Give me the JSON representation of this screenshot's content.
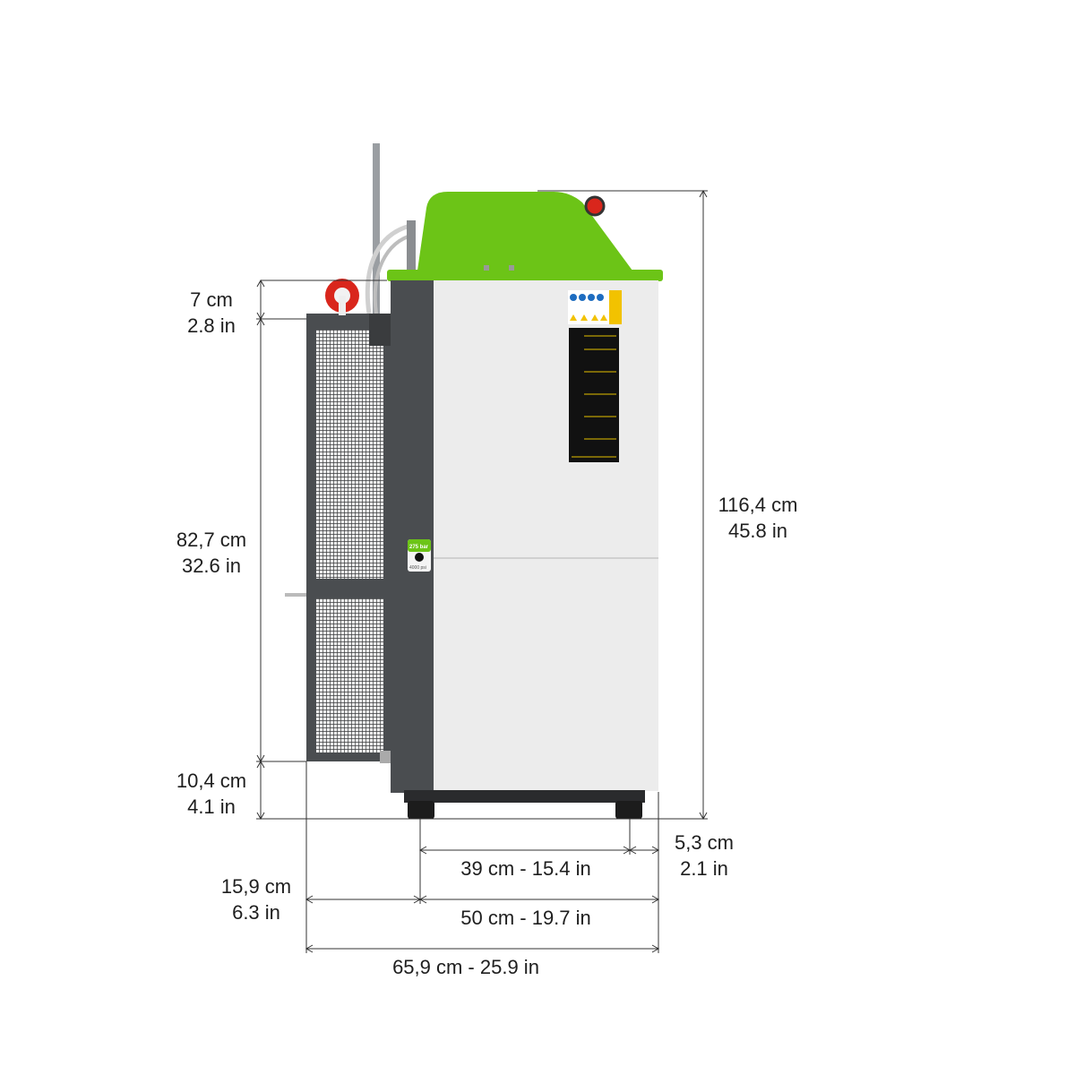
{
  "dimensions": {
    "top_offset": {
      "cm": "7 cm",
      "in": "2.8 in"
    },
    "cage_height": {
      "cm": "82,7 cm",
      "in": "32.6 in"
    },
    "bottom_offset": {
      "cm": "10,4 cm",
      "in": "4.1 in"
    },
    "total_height": {
      "cm": "116,4 cm",
      "in": "45.8 in"
    },
    "foot_span": "39 cm - 15.4 in",
    "foot_inset": {
      "cm": "5,3 cm",
      "in": "2.1 in"
    },
    "cage_depth": {
      "cm": "15,9 cm",
      "in": "6.3 in"
    },
    "body_depth": "50 cm - 19.7 in",
    "total_depth": "65,9 cm - 25.9 in"
  },
  "gauge_badge": {
    "top": "275 bar",
    "bottom": "4000 psi"
  },
  "colors": {
    "accent_green": "#6cc417",
    "body_white": "#ececec",
    "frame_dark": "#4a4d50",
    "stop_red": "#d9261c"
  }
}
